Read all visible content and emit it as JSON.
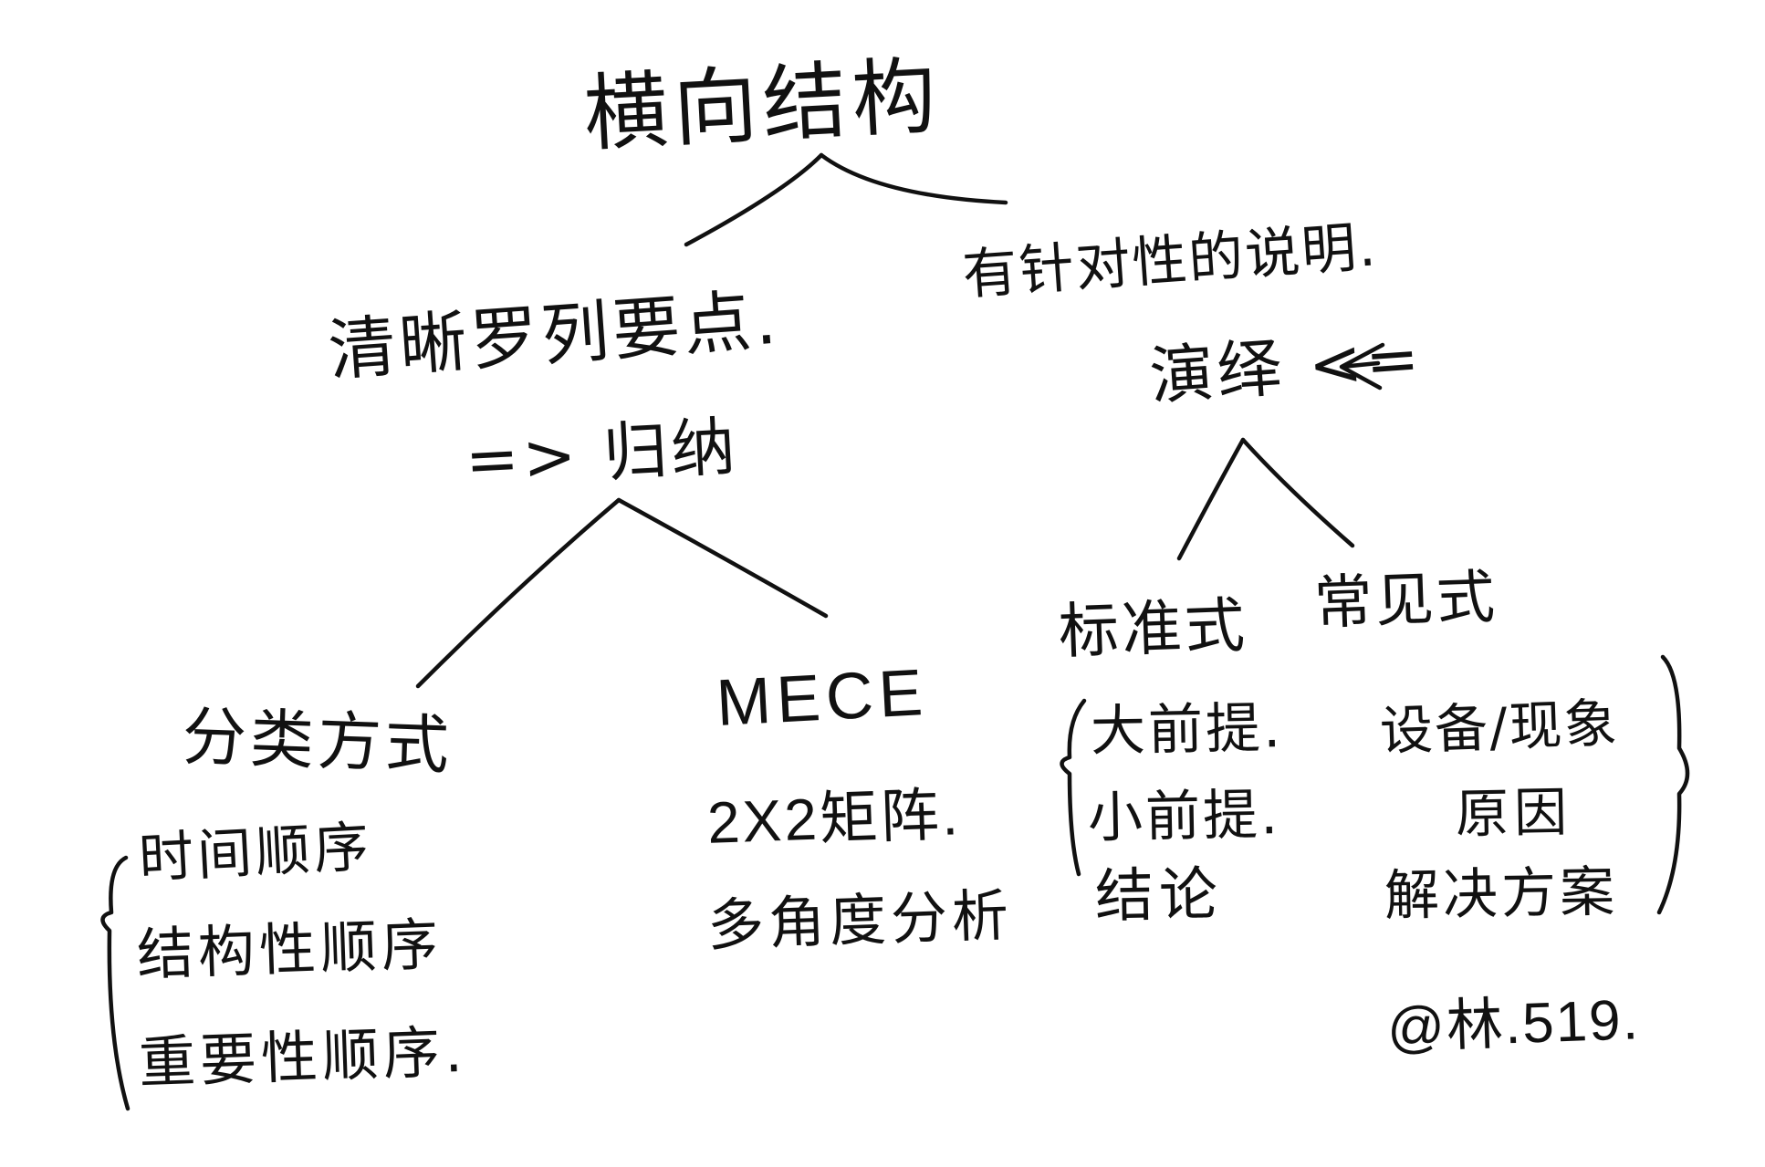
{
  "root": {
    "title": "横向结构"
  },
  "left_branch": {
    "title": "清晰罗列要点.",
    "method": "=> 归纳",
    "children": {
      "classification": {
        "title": "分类方式",
        "items": [
          "时间顺序",
          "结构性顺序",
          "重要性顺序."
        ]
      },
      "mece": {
        "title": "MECE",
        "items": [
          "2X2矩阵.",
          "多角度分析"
        ]
      }
    }
  },
  "right_branch": {
    "title": "有针对性的说明.",
    "method": "演绎 <=",
    "children": {
      "standard": {
        "title": "标准式",
        "items": [
          "大前提.",
          "小前提.",
          "结论"
        ]
      },
      "enumeration": {
        "title": "常见式",
        "items": [
          "设备/现象",
          "原因",
          "解决方案"
        ]
      }
    }
  },
  "signature": "@林.519."
}
